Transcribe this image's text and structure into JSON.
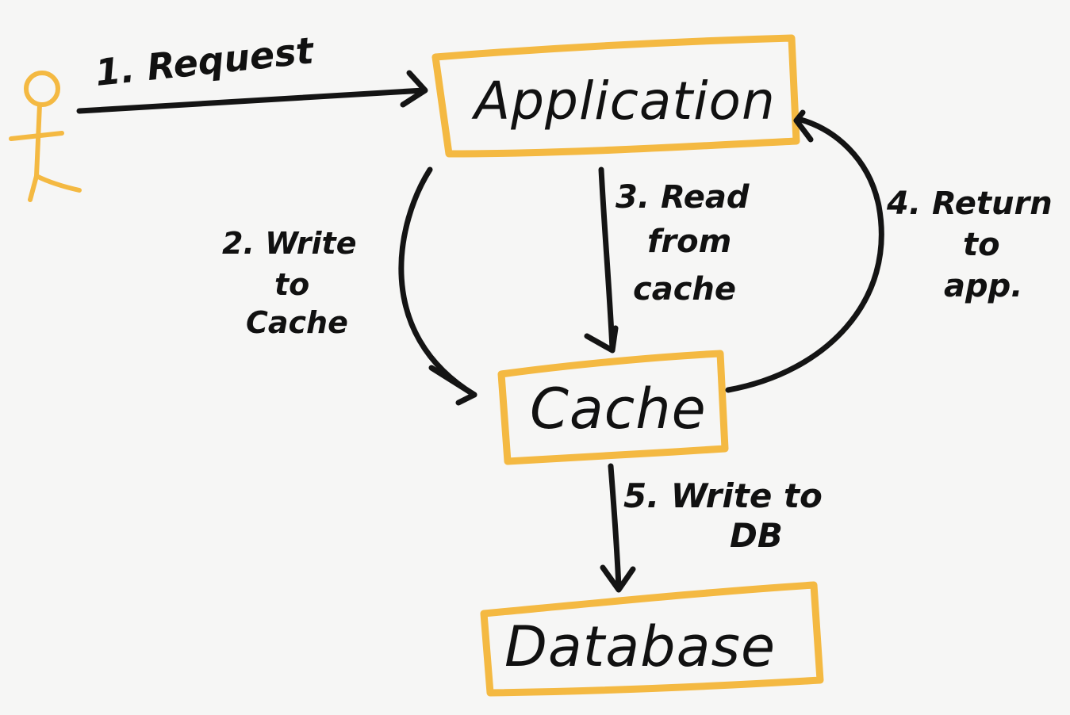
{
  "colors": {
    "background": "#f6f6f5",
    "accent": "#f4b942",
    "ink": "#141414"
  },
  "nodes": {
    "application": {
      "label": "Application"
    },
    "cache": {
      "label": "Cache"
    },
    "database": {
      "label": "Database"
    }
  },
  "actor": {
    "icon": "stick-figure-user-icon"
  },
  "edges": {
    "request": {
      "label": "1. Request"
    },
    "write_cache": {
      "lines": [
        "2. Write",
        "to",
        "Cache"
      ]
    },
    "read_cache": {
      "lines": [
        "3. Read",
        "from",
        "cache"
      ]
    },
    "return_app": {
      "lines": [
        "4. Return",
        "to",
        "app."
      ]
    },
    "write_db": {
      "lines": [
        "5. Write to",
        "DB"
      ]
    }
  }
}
